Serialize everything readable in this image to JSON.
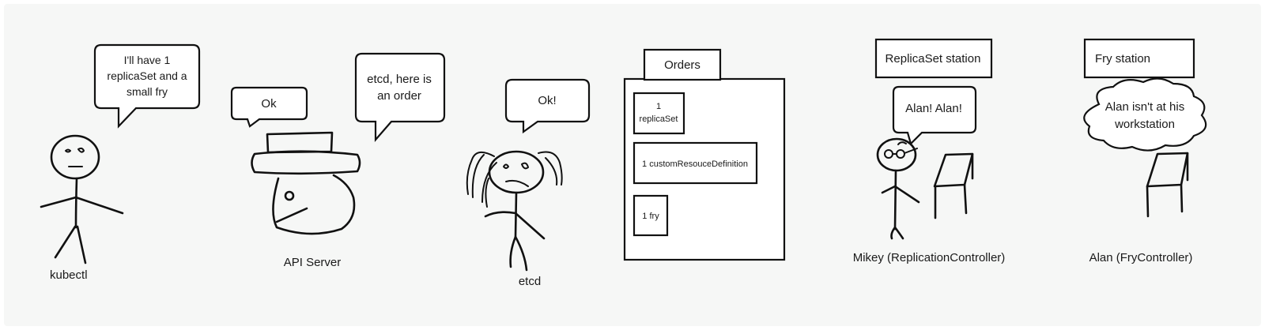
{
  "colors": {
    "canvas": "#f6f7f6",
    "stroke": "#111111",
    "text": "#1a1a1a",
    "fill": "#ffffff"
  },
  "kubectl": {
    "label": "kubectl",
    "bubble": [
      "I'll have 1",
      "replicaSet and a",
      "small fry"
    ]
  },
  "api_server": {
    "label": "API Server",
    "bubble_ok": "Ok",
    "bubble_order": [
      "etcd, here is",
      "an order"
    ]
  },
  "etcd": {
    "label": "etcd",
    "bubble": "Ok!"
  },
  "orders": {
    "title": "Orders",
    "items": [
      [
        "1",
        "replicaSet"
      ],
      [
        "1 customResouceDefinition"
      ],
      [
        "1 fry"
      ]
    ]
  },
  "replicaset_station": {
    "sign": "ReplicaSet station",
    "bubble": "Alan! Alan!",
    "label": "Mikey (ReplicationController)"
  },
  "fry_station": {
    "sign": "Fry station",
    "thought": [
      "Alan isn't at his",
      "workstation"
    ],
    "label": "Alan (FryController)"
  }
}
